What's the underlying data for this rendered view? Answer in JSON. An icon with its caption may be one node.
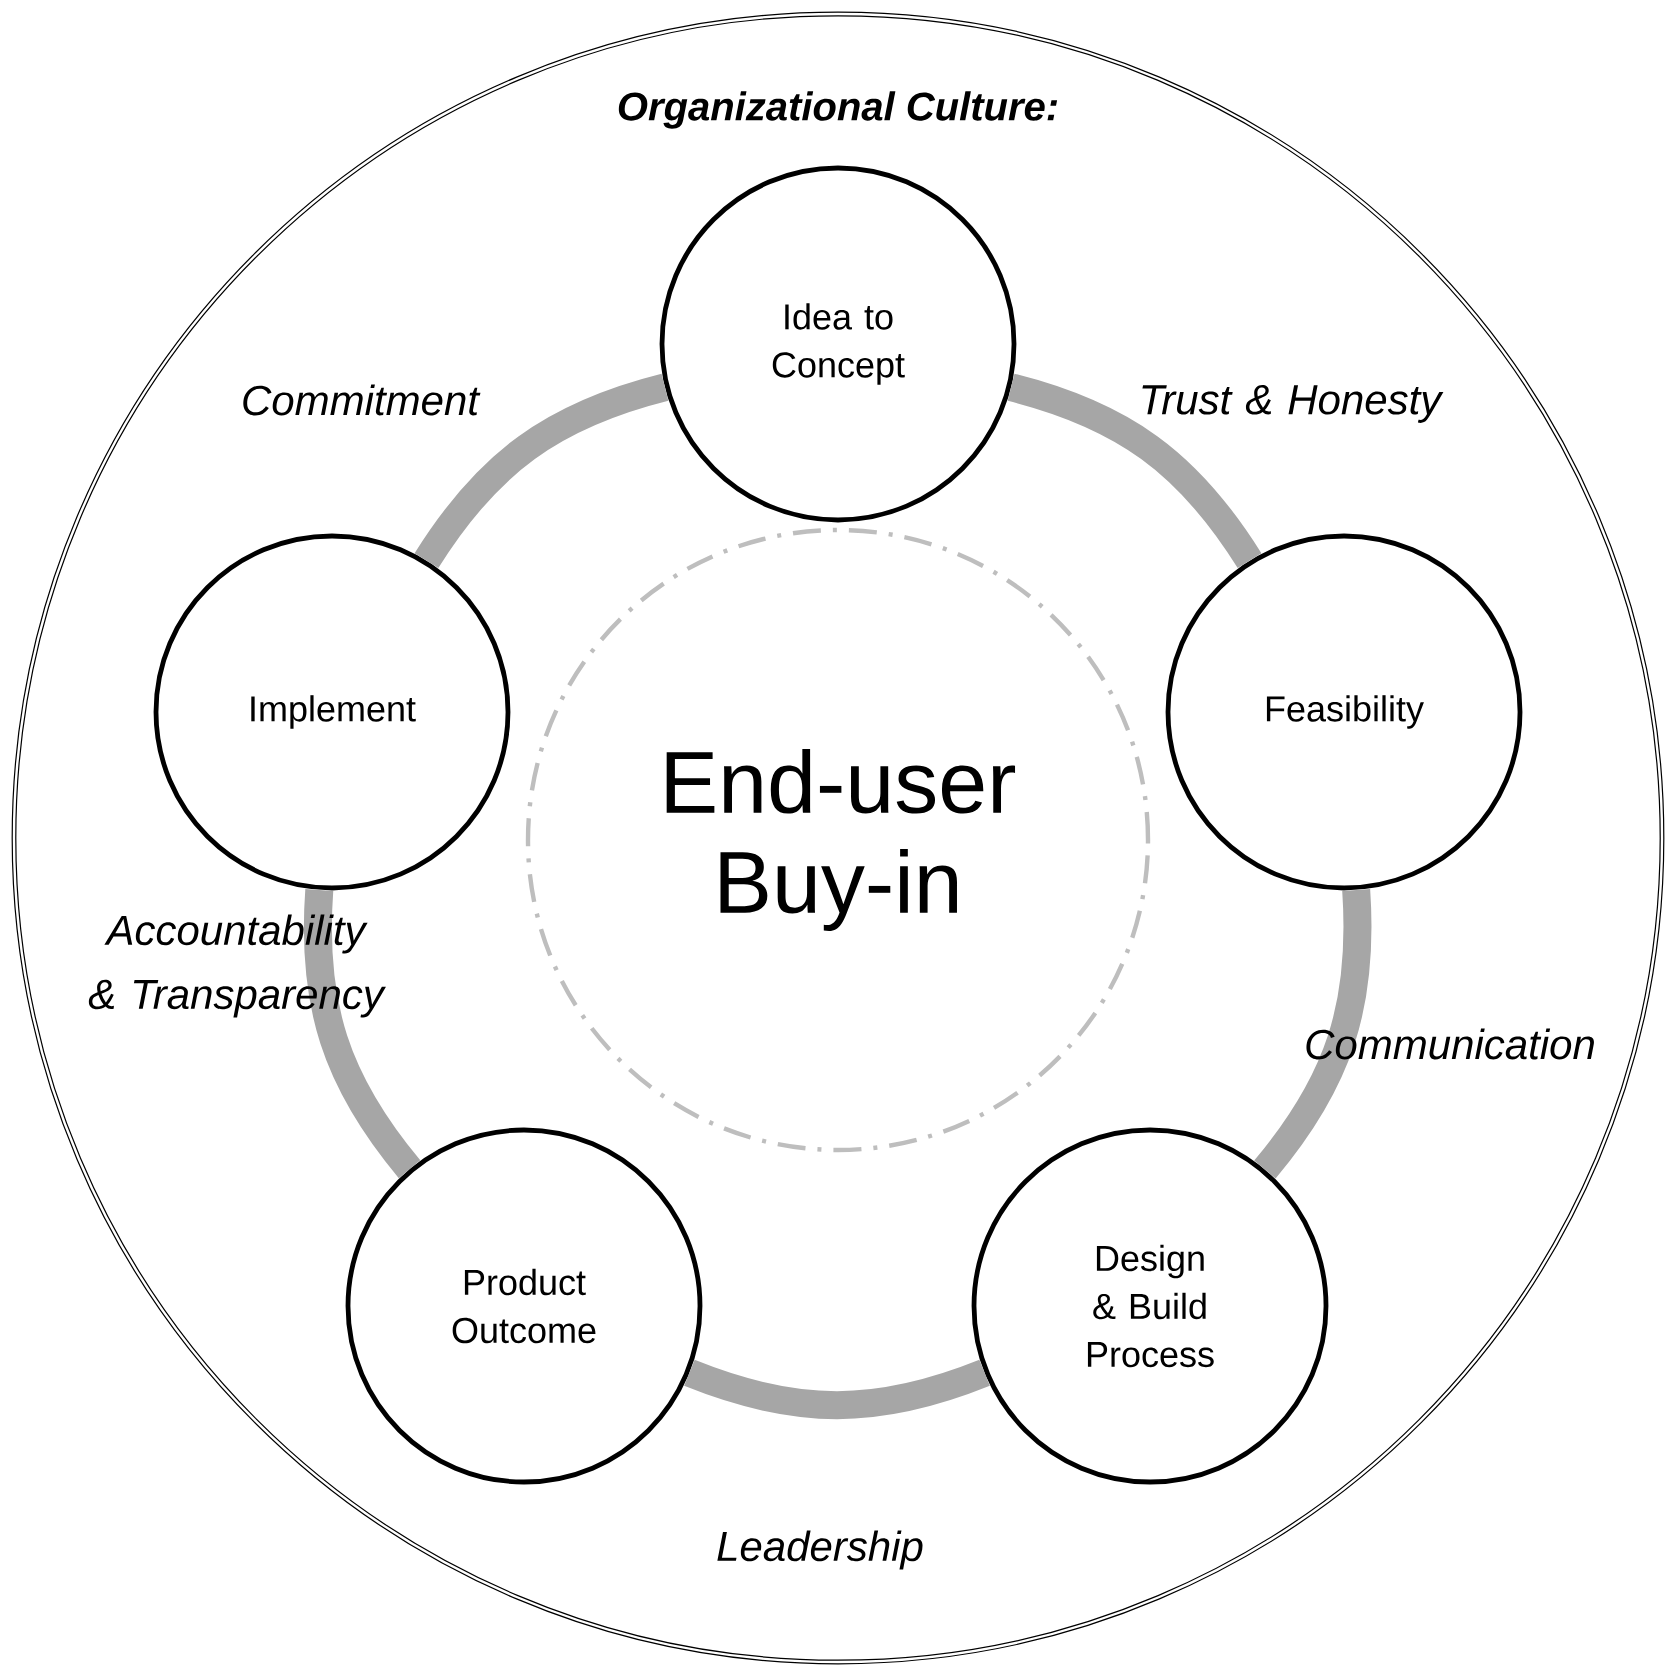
{
  "diagram": {
    "nodes": [
      {
        "text": [
          "Organizational Culture:"
        ]
      },
      {
        "text": [
          "Idea to Concept"
        ],
        "in": 0
      },
      {
        "text": [
          "Feasibility"
        ],
        "in": 0
      },
      {
        "text": [
          "Design & Build Process"
        ],
        "in": 0
      },
      {
        "text": [
          "Product Outcome"
        ],
        "in": 0
      },
      {
        "text": [
          "Implement"
        ],
        "in": 0
      },
      {
        "text": [
          "End-user Buy-in"
        ],
        "in": 0
      }
    ],
    "edges": [
      {
        "from": 1,
        "to": 2,
        "arrow": "none"
      },
      {
        "from": 2,
        "to": 3,
        "arrow": "none"
      },
      {
        "from": 3,
        "to": 4,
        "arrow": "none"
      },
      {
        "from": 4,
        "to": 5,
        "arrow": "none"
      },
      {
        "from": 5,
        "to": 1,
        "arrow": "none"
      }
    ],
    "labels": [
      "Commitment",
      "Trust & Honesty",
      "Accountability & Transparency",
      "Communication",
      "Leadership"
    ]
  }
}
